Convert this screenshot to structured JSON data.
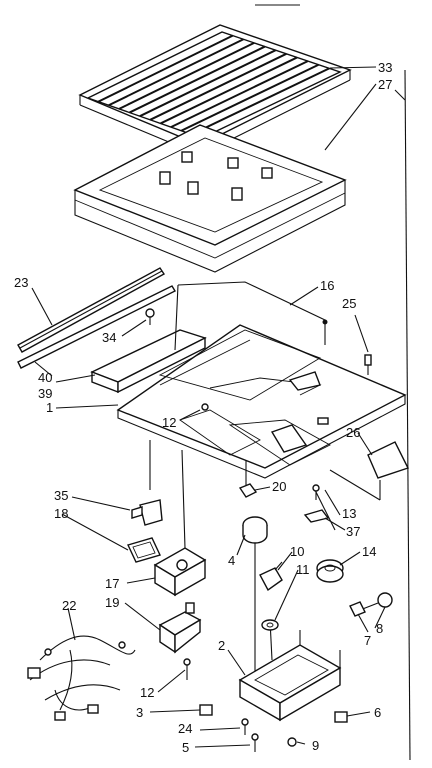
{
  "diagram": {
    "callouts": [
      {
        "id": "p33",
        "text": "33"
      },
      {
        "id": "p27",
        "text": "27"
      },
      {
        "id": "p23",
        "text": "23"
      },
      {
        "id": "p16",
        "text": "16"
      },
      {
        "id": "p25",
        "text": "25"
      },
      {
        "id": "p34",
        "text": "34"
      },
      {
        "id": "p40",
        "text": "40"
      },
      {
        "id": "p39",
        "text": "39"
      },
      {
        "id": "p12a",
        "text": "12"
      },
      {
        "id": "p1",
        "text": "1"
      },
      {
        "id": "p26",
        "text": "26"
      },
      {
        "id": "p35",
        "text": "35"
      },
      {
        "id": "p18",
        "text": "18"
      },
      {
        "id": "p20",
        "text": "20"
      },
      {
        "id": "p13",
        "text": "13"
      },
      {
        "id": "p37",
        "text": "37"
      },
      {
        "id": "p4",
        "text": "4"
      },
      {
        "id": "p10",
        "text": "10"
      },
      {
        "id": "p11",
        "text": "11"
      },
      {
        "id": "p14",
        "text": "14"
      },
      {
        "id": "p17",
        "text": "17"
      },
      {
        "id": "p19",
        "text": "19"
      },
      {
        "id": "p22",
        "text": "22"
      },
      {
        "id": "p8",
        "text": "8"
      },
      {
        "id": "p7",
        "text": "7"
      },
      {
        "id": "p2",
        "text": "2"
      },
      {
        "id": "p12b",
        "text": "12"
      },
      {
        "id": "p3",
        "text": "3"
      },
      {
        "id": "p24",
        "text": "24"
      },
      {
        "id": "p6",
        "text": "6"
      },
      {
        "id": "p5",
        "text": "5"
      },
      {
        "id": "p9",
        "text": "9"
      }
    ]
  }
}
